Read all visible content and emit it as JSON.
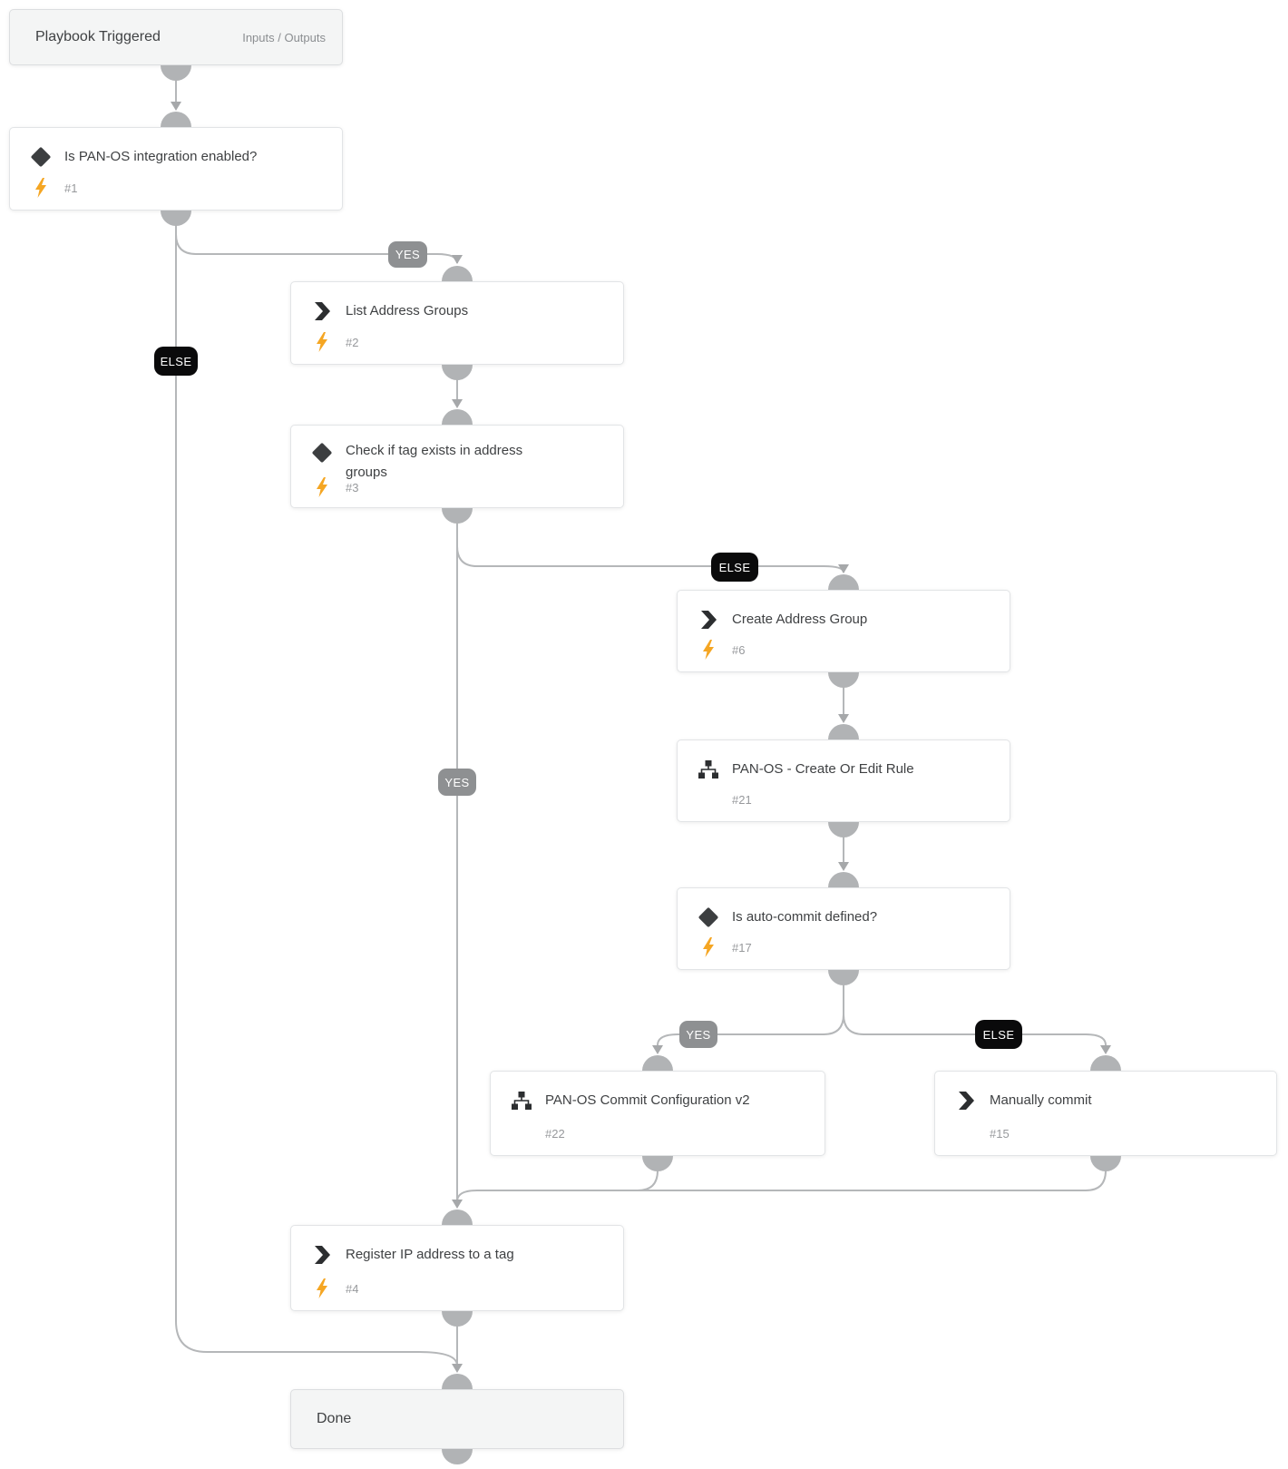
{
  "nodes": {
    "start": {
      "title": "Playbook Triggered",
      "link": "Inputs / Outputs"
    },
    "is_panos_enabled": {
      "title": "Is PAN-OS integration enabled?",
      "id": "#1"
    },
    "list_address_groups": {
      "title": "List Address Groups",
      "id": "#2"
    },
    "check_tag_exists": {
      "title": "Check if tag exists in address groups",
      "id": "#3"
    },
    "create_address_group": {
      "title": "Create Address Group",
      "id": "#6"
    },
    "create_or_edit_rule": {
      "title": "PAN-OS - Create Or Edit Rule",
      "id": "#21"
    },
    "is_autocommit_defined": {
      "title": "Is auto-commit defined?",
      "id": "#17"
    },
    "commit_configuration": {
      "title": "PAN-OS Commit Configuration v2",
      "id": "#22"
    },
    "manually_commit": {
      "title": "Manually commit",
      "id": "#15"
    },
    "register_ip_to_tag": {
      "title": "Register IP address to a tag",
      "id": "#4"
    },
    "done": {
      "title": "Done"
    }
  },
  "edge_labels": {
    "yes": "YES",
    "else": "ELSE"
  },
  "colors": {
    "bolt": "#f5a623",
    "wire": "#b5b7b9",
    "badge_yes": "#8e9092",
    "badge_else": "#0a0a0b"
  }
}
